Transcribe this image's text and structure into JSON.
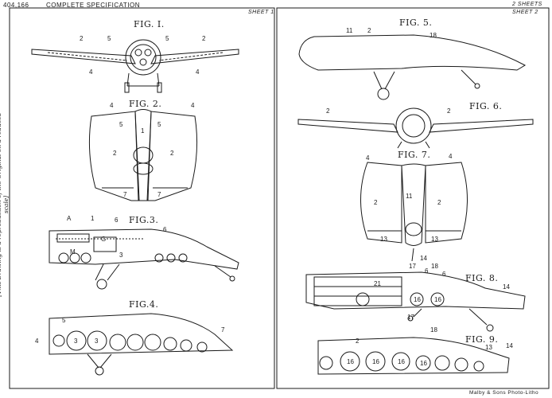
{
  "header": {
    "patent_no": "404,166",
    "spec": "COMPLETE SPECIFICATION",
    "sheet_left": "SHEET 1",
    "sheets_total": "2 SHEETS",
    "sheet_right": "SHEET 2"
  },
  "side_note": "[This Drawing is a reproduction of the Original on a reduced scale]",
  "figures": {
    "fig1": "FIG. I.",
    "fig2": "FIG. 2.",
    "fig3": "FIG.3.",
    "fig4": "FIG.4.",
    "fig5": "FIG. 5.",
    "fig6": "FIG. 6.",
    "fig7": "FIG. 7.",
    "fig8": "FIG. 8.",
    "fig9": "FIG. 9."
  },
  "labels": {
    "fig1": [
      "2",
      "5",
      "5",
      "2",
      "4",
      "4"
    ],
    "fig2": [
      "4",
      "4",
      "5",
      "1",
      "5",
      "2",
      "2",
      "7",
      "7"
    ],
    "fig3": [
      "A",
      "1",
      "6",
      "6",
      "G",
      "M",
      "3"
    ],
    "fig4": [
      "5",
      "4",
      "3",
      "3",
      "7"
    ],
    "fig5": [
      "11",
      "2",
      "18"
    ],
    "fig6": [
      "2",
      "2"
    ],
    "fig7": [
      "4",
      "4",
      "2",
      "11",
      "2",
      "13",
      "13",
      "14"
    ],
    "fig8": [
      "17",
      "6",
      "18",
      "6",
      "14",
      "21",
      "16",
      "16",
      "17"
    ],
    "fig9": [
      "18",
      "2",
      "13",
      "14",
      "16",
      "16",
      "16",
      "16"
    ]
  },
  "footer": "Malby & Sons Photo-Litho"
}
